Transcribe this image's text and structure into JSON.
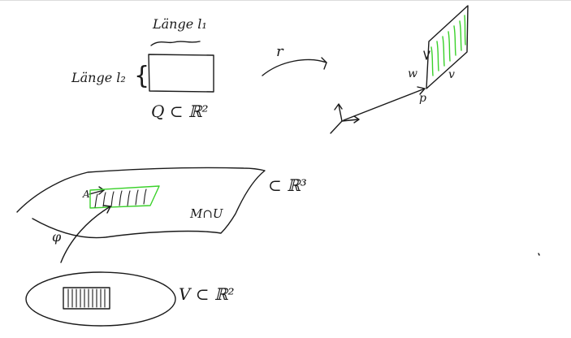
{
  "labels": {
    "length_l1": "Länge l₁",
    "length_l2": "Länge l₂",
    "brace_l2": "{",
    "set_Q": "Q ⊂ ℝ²",
    "map_r": "r",
    "vec_w": "w",
    "vec_v": "v",
    "point_p": "p",
    "surface_space": "⊂ ℝ³",
    "surface_patch": "M∩U",
    "point_A": "A",
    "map_phi": "φ",
    "domain_V": "V ⊂ ℝ²"
  },
  "colors": {
    "ink": "#1a1a1a",
    "highlight": "#3ad12a"
  }
}
